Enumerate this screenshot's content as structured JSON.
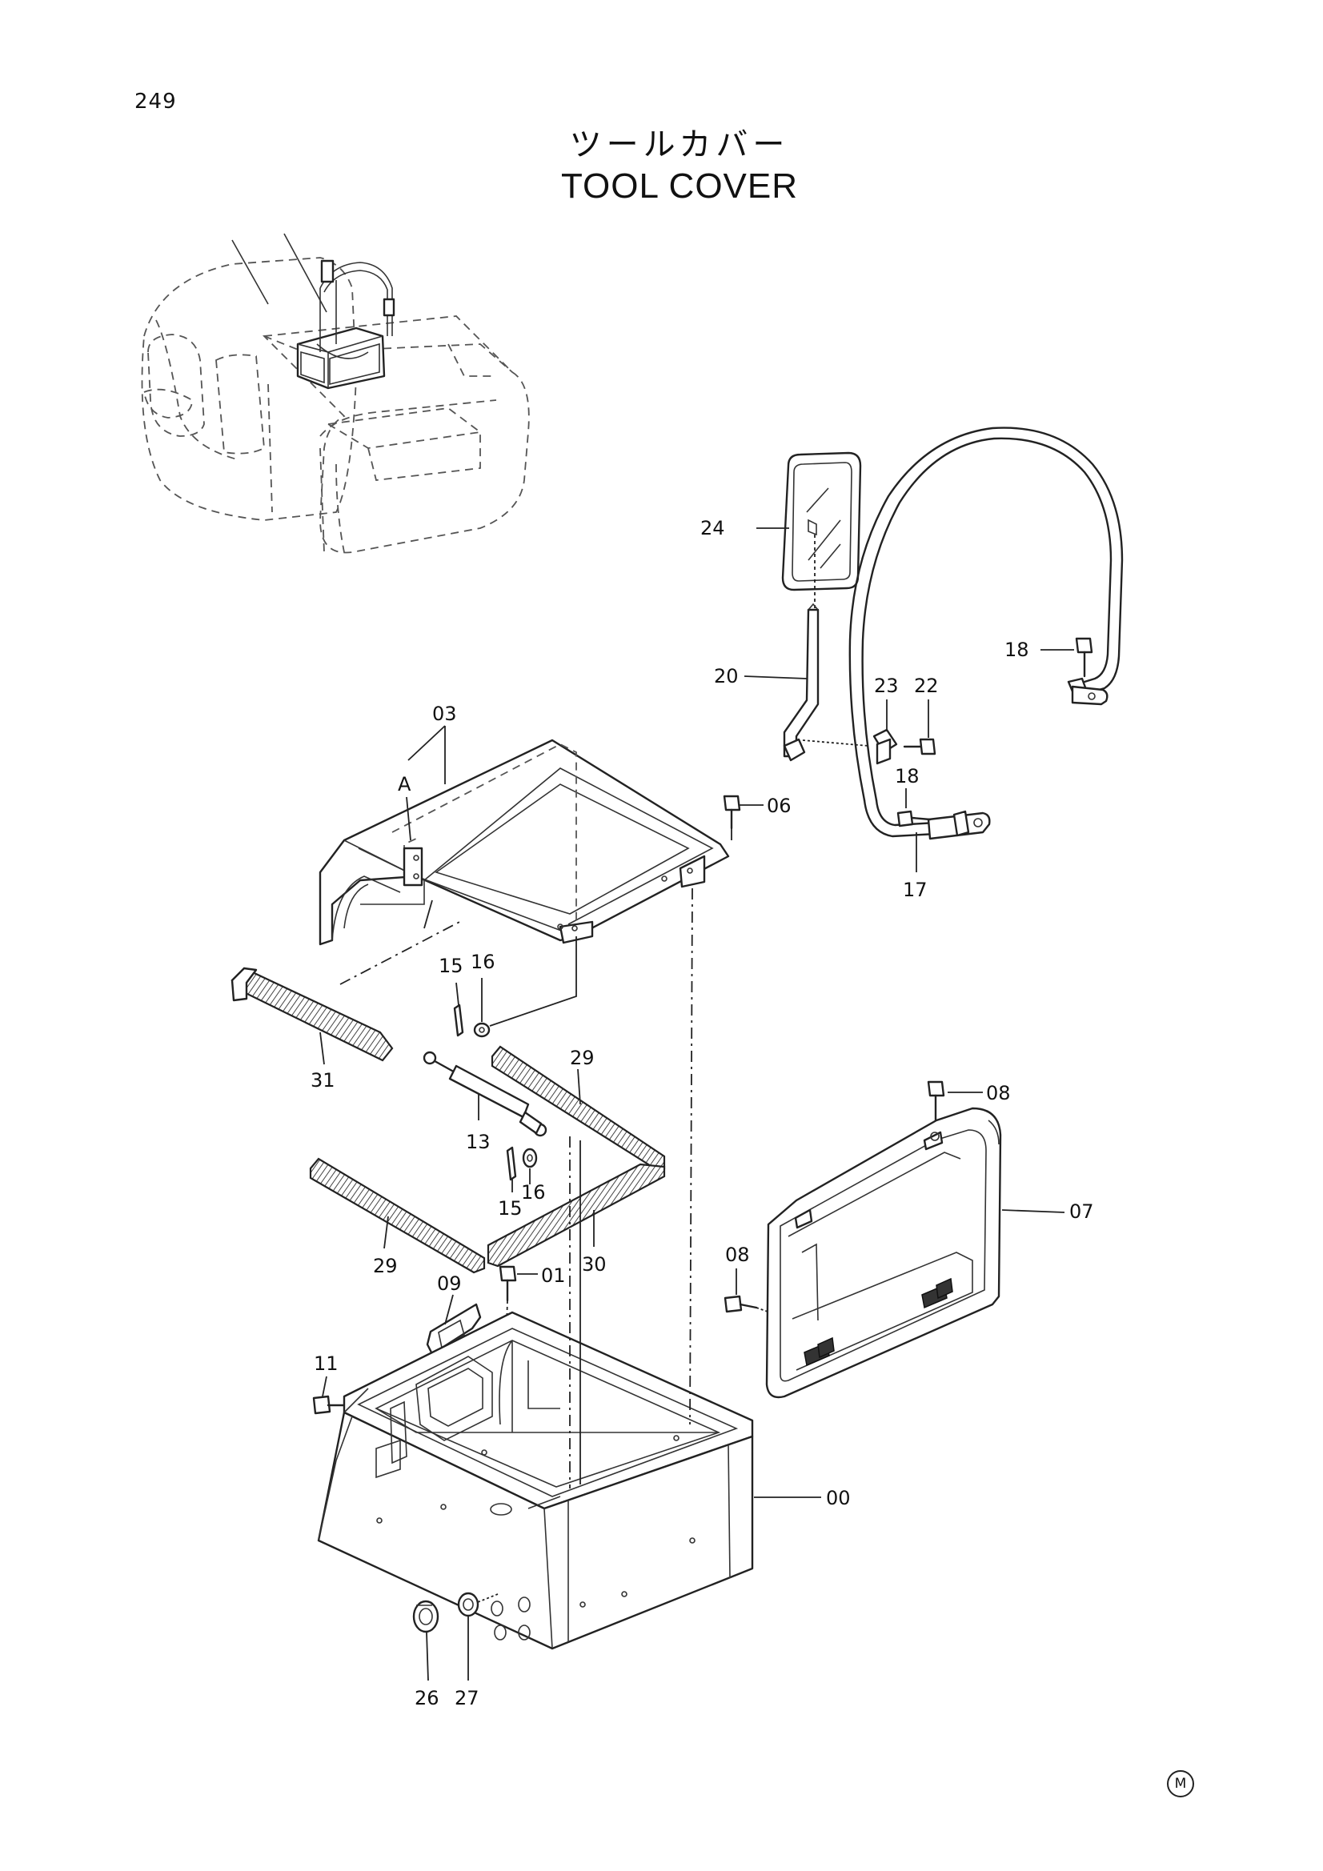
{
  "page": {
    "page_number": "249",
    "title_jp": "ツールカバー",
    "title_en": "TOOL COVER",
    "mark": "M"
  },
  "callouts": {
    "c00": "00",
    "c01": "01",
    "c03": "03",
    "c06": "06",
    "c07": "07",
    "c08a": "08",
    "c08b": "08",
    "c09": "09",
    "c11": "11",
    "c13": "13",
    "c15a": "15",
    "c15b": "15",
    "c16a": "16",
    "c16b": "16",
    "c17": "17",
    "c18a": "18",
    "c18b": "18",
    "c20": "20",
    "c22": "22",
    "c23": "23",
    "c24": "24",
    "c26": "26",
    "c27": "27",
    "c29a": "29",
    "c29b": "29",
    "c30": "30",
    "c31": "31",
    "cA": "A"
  }
}
